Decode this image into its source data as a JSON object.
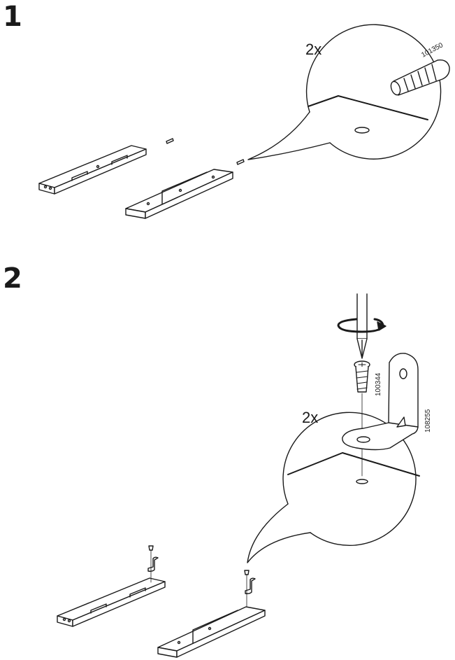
{
  "steps": [
    {
      "number": "1",
      "quantity": "2x",
      "part_number": "101350"
    },
    {
      "number": "2",
      "quantity": "2x",
      "part_numbers": {
        "screw": "100344",
        "bracket": "108255"
      }
    }
  ],
  "colors": {
    "line": "#1a1a1a",
    "fill": "#ffffff"
  },
  "icons": {
    "rotate": "clockwise-rotation-arrow-icon"
  }
}
